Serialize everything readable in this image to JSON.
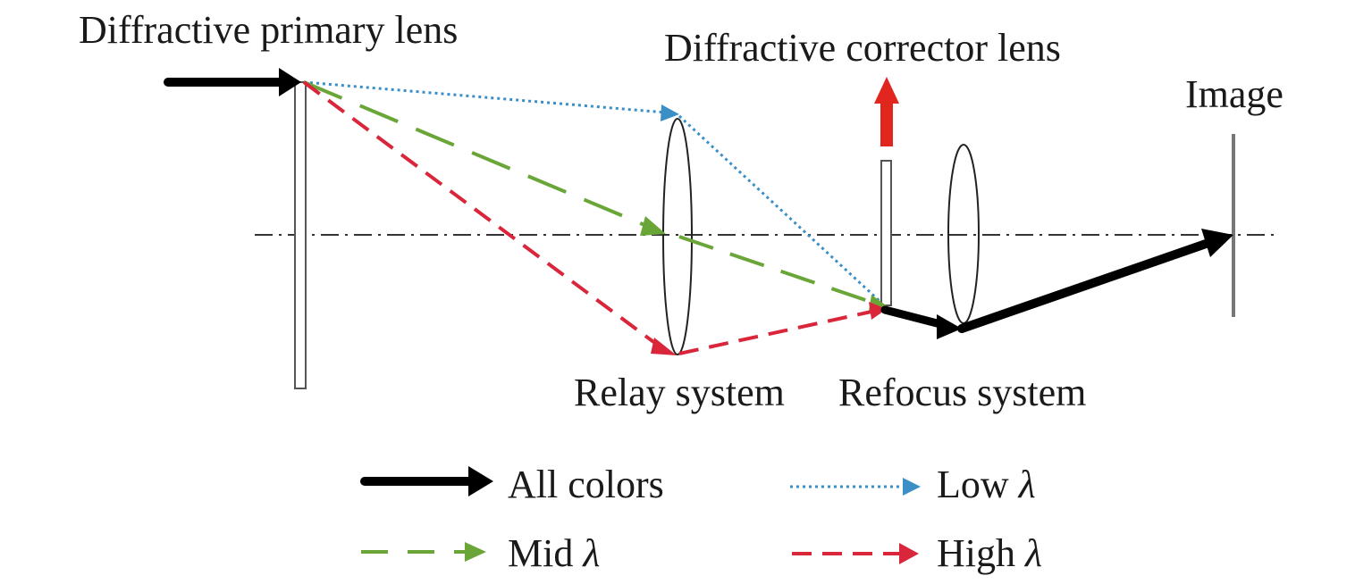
{
  "labels": {
    "primary_lens": "Diffractive primary lens",
    "corrector_lens": "Diffractive corrector lens",
    "image": "Image",
    "relay": "Relay system",
    "refocus": "Refocus system"
  },
  "legend": {
    "all_colors": "All colors",
    "low": "Low",
    "mid": "Mid",
    "high": "High",
    "lambda": "λ"
  },
  "colors": {
    "all": "#000000",
    "low": "#3a8fc7",
    "mid": "#6aa637",
    "high": "#d9263a",
    "corrector_arrow": "#e0261f",
    "axis": "#333333"
  }
}
